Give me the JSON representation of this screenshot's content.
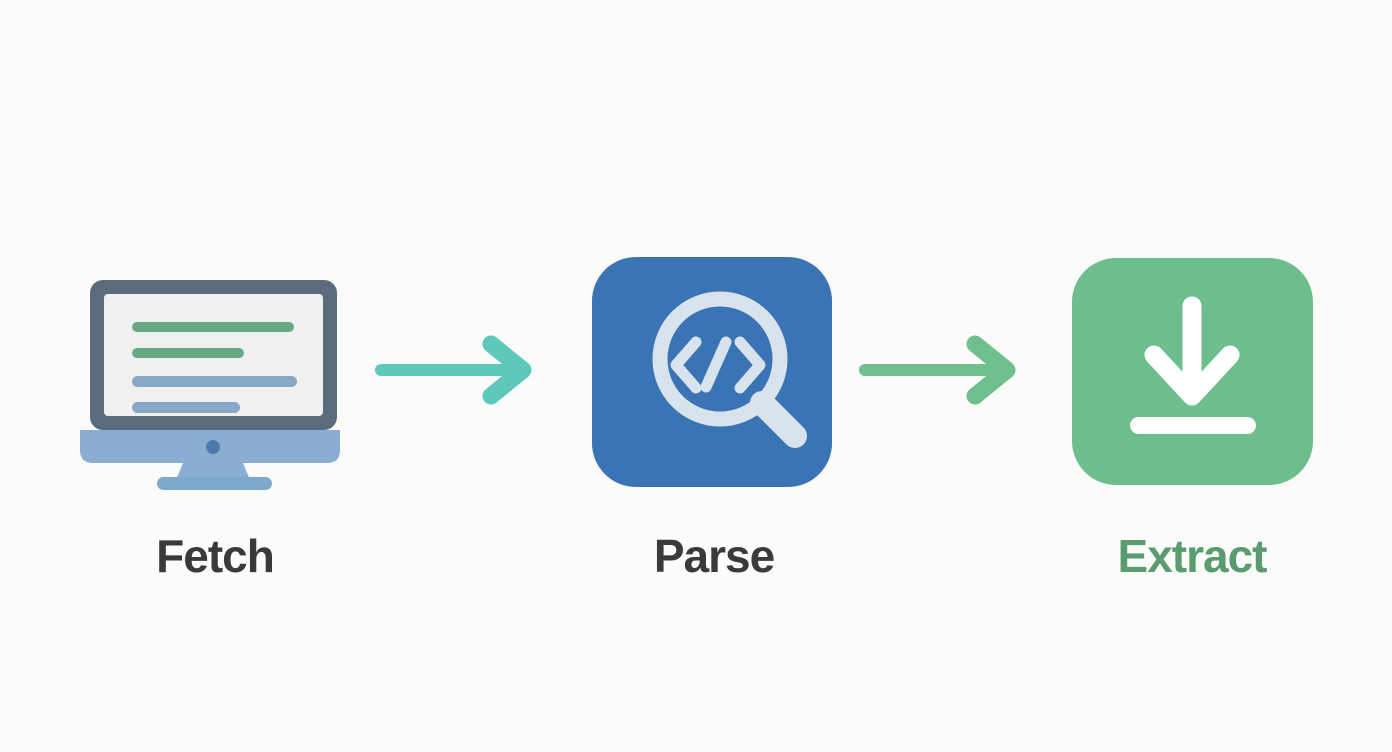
{
  "background_color": "#fbfbfa",
  "steps": [
    {
      "label": "Fetch",
      "label_color": "#3a3a3c",
      "icon": "monitor-with-text-lines-icon",
      "colors": {
        "bezel": "#5a6b7d",
        "screen": "#eff1ef",
        "text_line_green": "#68a984",
        "text_line_blue": "#8aa8c6",
        "base": "#8aaed1",
        "power_dot": "#4d7cab",
        "foot": "#7fa8cd"
      }
    },
    {
      "label": "Parse",
      "label_color": "#3a3a3c",
      "icon": "magnifier-code-icon",
      "colors": {
        "tile": "#3a74b4",
        "glyph": "#d9e3ee"
      }
    },
    {
      "label": "Extract",
      "label_color": "#5a9b6f",
      "icon": "download-arrow-icon",
      "colors": {
        "tile": "#6dbe8c",
        "glyph": "#ffffff"
      }
    }
  ],
  "connectors": [
    {
      "from": "Fetch",
      "to": "Parse",
      "color": "#5ec8bc"
    },
    {
      "from": "Parse",
      "to": "Extract",
      "color": "#6fbf8e"
    }
  ]
}
